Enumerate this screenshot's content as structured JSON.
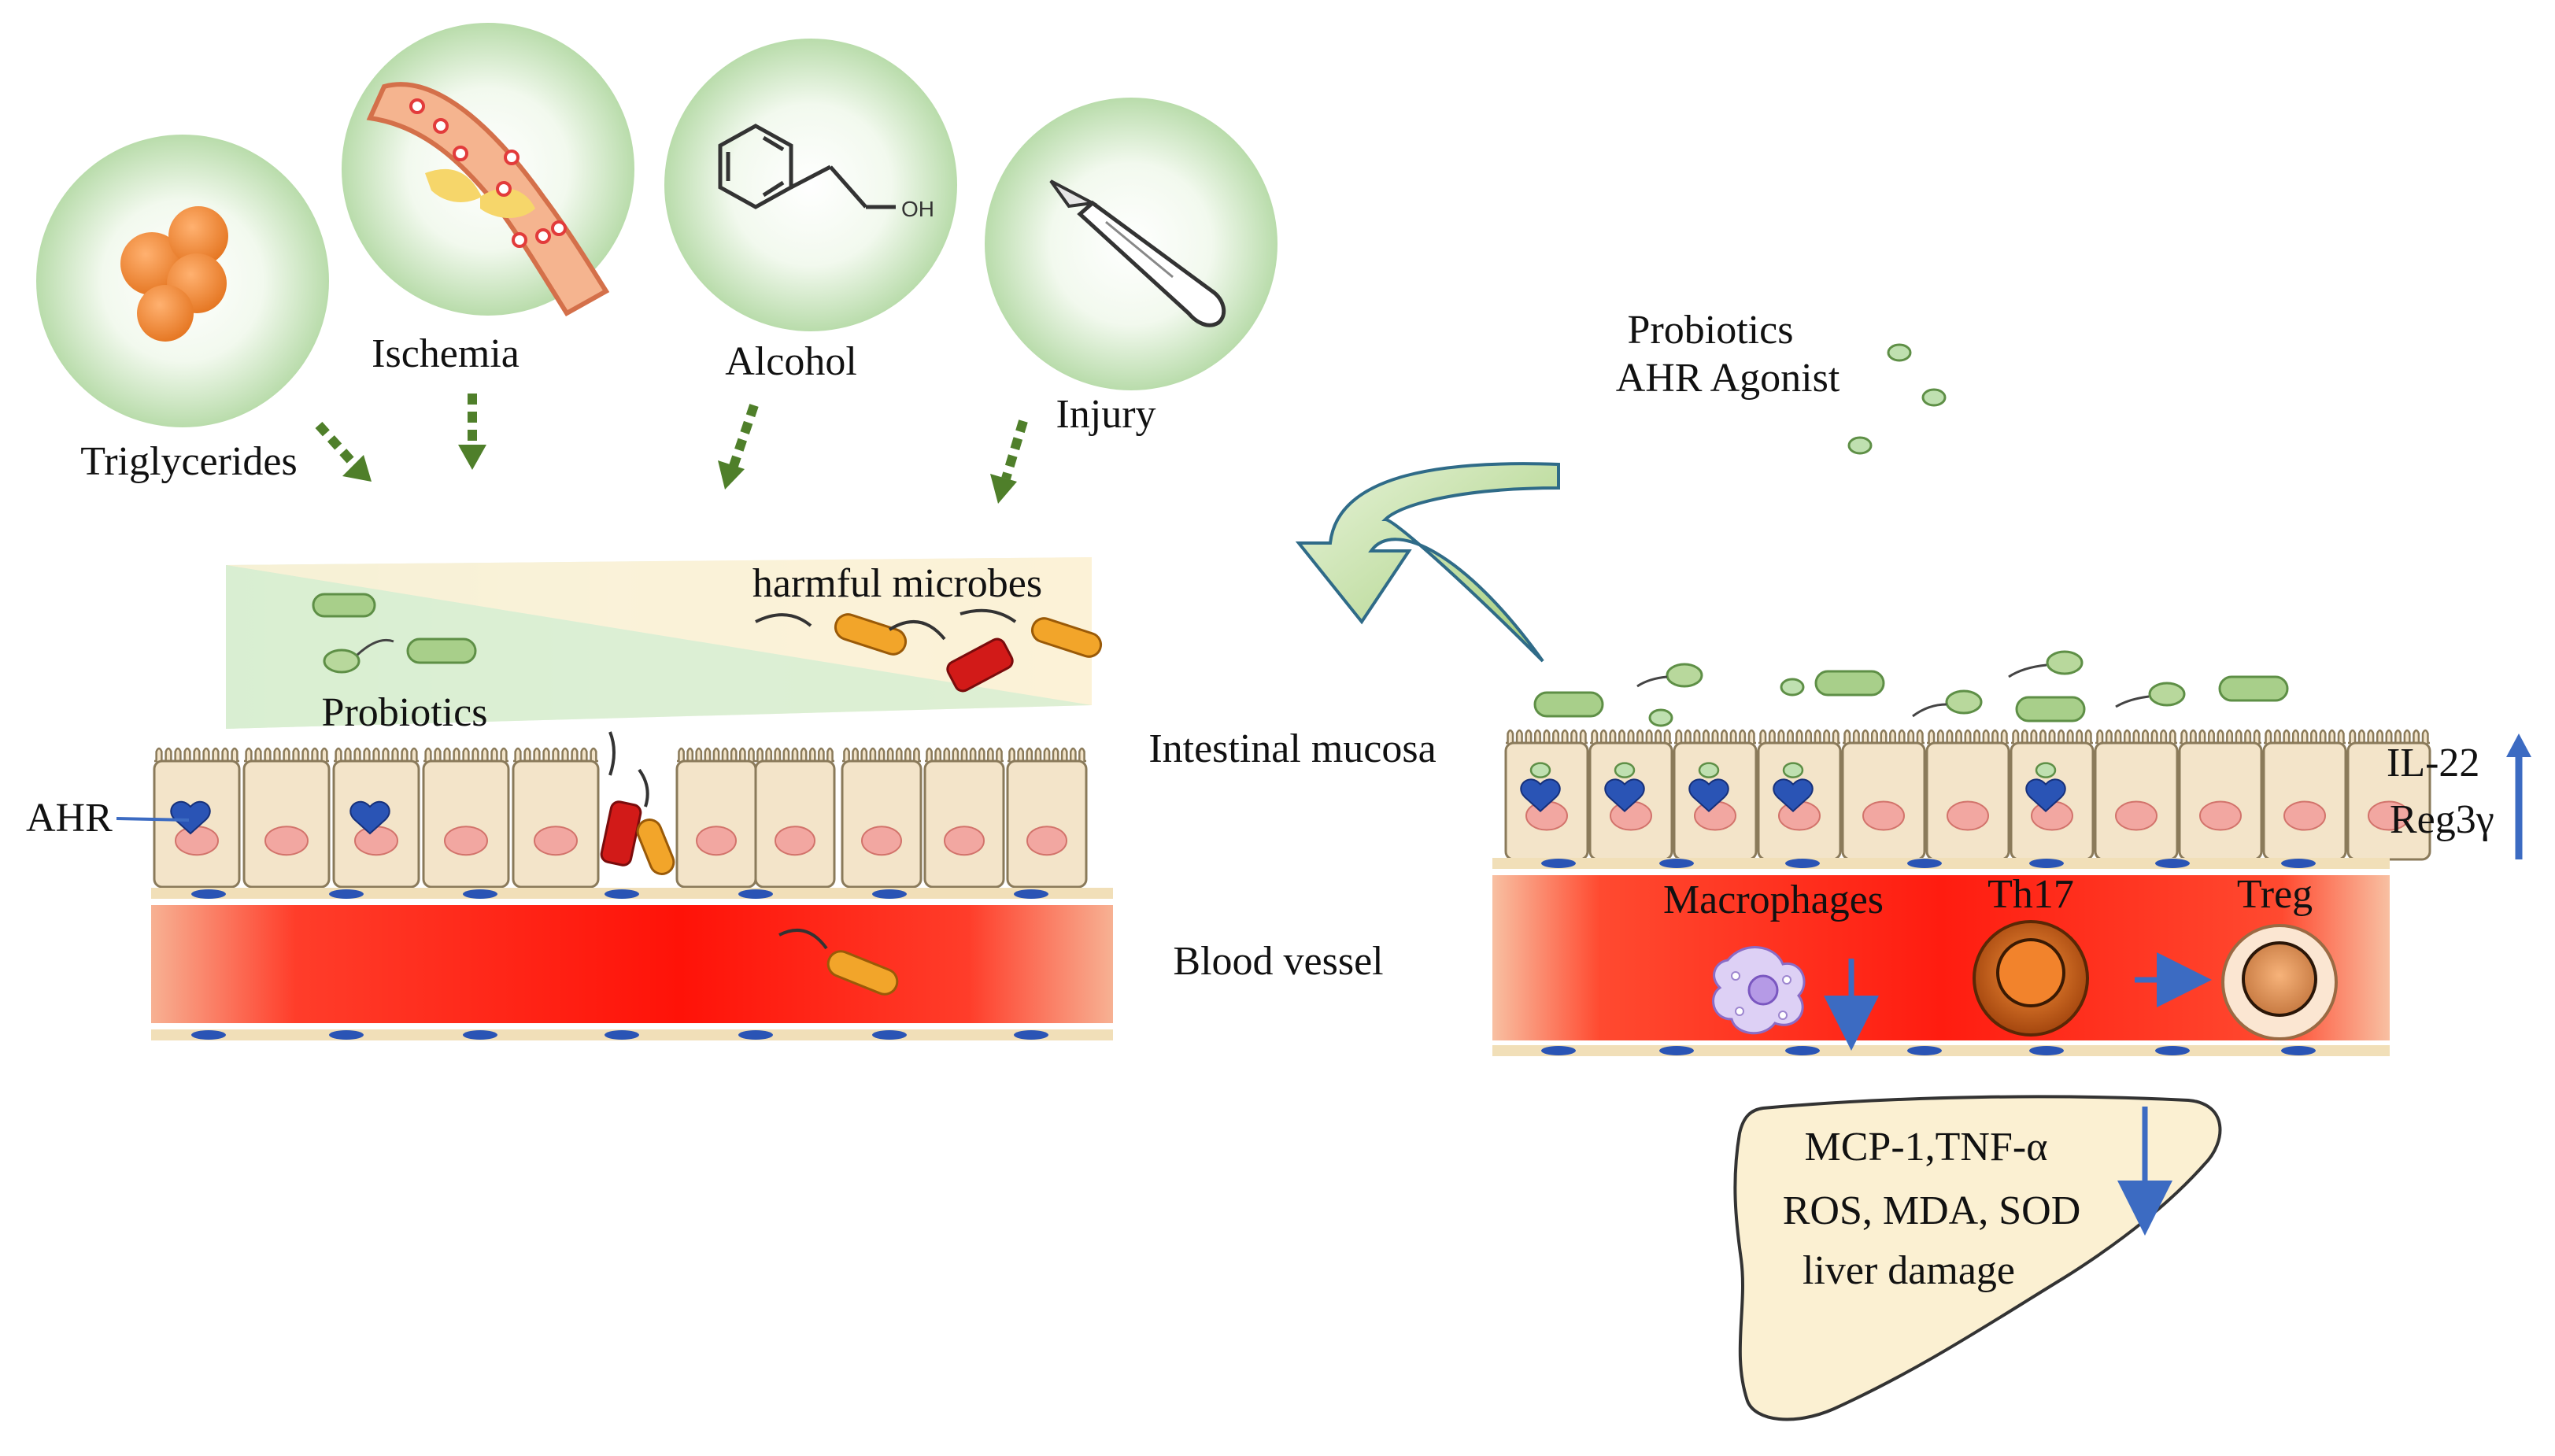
{
  "causes": [
    {
      "label": "Triglycerides",
      "icon": "triglycerides-icon"
    },
    {
      "label": "Ischemia",
      "icon": "ischemia-icon"
    },
    {
      "label": "Alcohol",
      "icon": "alcohol-molecule-icon"
    },
    {
      "label": "Injury",
      "icon": "scalpel-icon"
    }
  ],
  "alcohol_oh": "OH",
  "left_panel": {
    "harmful_microbes": "harmful  microbes",
    "probiotics": "Probiotics",
    "ahr": "AHR"
  },
  "middle": {
    "intestinal_mucosa": "Intestinal  mucosa",
    "blood_vessel": "Blood vessel"
  },
  "right_panel": {
    "treatment_line1": "Probiotics",
    "treatment_line2": "AHR Agonist",
    "il22": "IL-22",
    "reg3g": "Reg3γ",
    "macrophages": "Macrophages",
    "th17": "Th17",
    "treg": "Treg"
  },
  "liver": {
    "line1": "MCP-1,TNF-α",
    "line2": "ROS, MDA, SOD",
    "line3": "liver damage"
  },
  "colors": {
    "circle_green": "#c9e5bf",
    "arrow_green": "#4f7f2a",
    "blood_red": "#ff1a10",
    "epithelium": "#f3e4c9",
    "nucleus": "#f2a7a1",
    "ahr_blue": "#2a54b5",
    "probiotic_green": "#a8cf8a",
    "harmful_orange": "#f2a52a",
    "harmful_red": "#d21a18",
    "up_down_arrow_blue": "#3c6bc2",
    "liver_fill": "#fbf0d2"
  }
}
